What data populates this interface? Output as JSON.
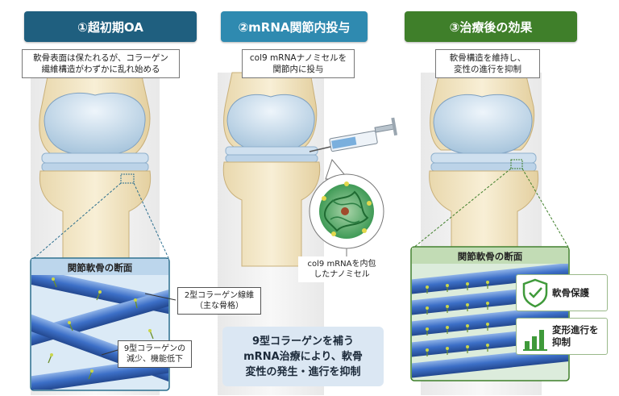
{
  "panels": [
    {
      "header": "①超初期OA",
      "header_color": "#1f5f7f",
      "callout": "軟骨表面は保たれるが、コラーゲン\n繊維構造がわずかに乱れ始める",
      "detail_title": "関節軟骨の断面",
      "labels": {
        "type2": "2型コラーゲン線維\n（主な骨格）",
        "type9": "9型コラーゲンの\n減少、機能低下"
      }
    },
    {
      "header": "②mRNA関節内投与",
      "header_color": "#2f8ab0",
      "callout": "col9 mRNAナノミセルを\n関節内に投与",
      "nano_label": "col9 mRNAを内包\nしたナノミセル",
      "summary": "9型コラーゲンを補う\nmRNA治療により、軟骨\n変性の発生・進行を抑制"
    },
    {
      "header": "③治療後の効果",
      "header_color": "#3f7f2a",
      "callout": "軟骨構造を維持し、\n変性の進行を抑制",
      "detail_title": "関節軟骨の断面",
      "effects": [
        {
          "label": "軟骨保護",
          "icon": "shield-check-icon"
        },
        {
          "label": "変形進行を\n抑制",
          "icon": "bar-chart-icon"
        }
      ]
    }
  ]
}
